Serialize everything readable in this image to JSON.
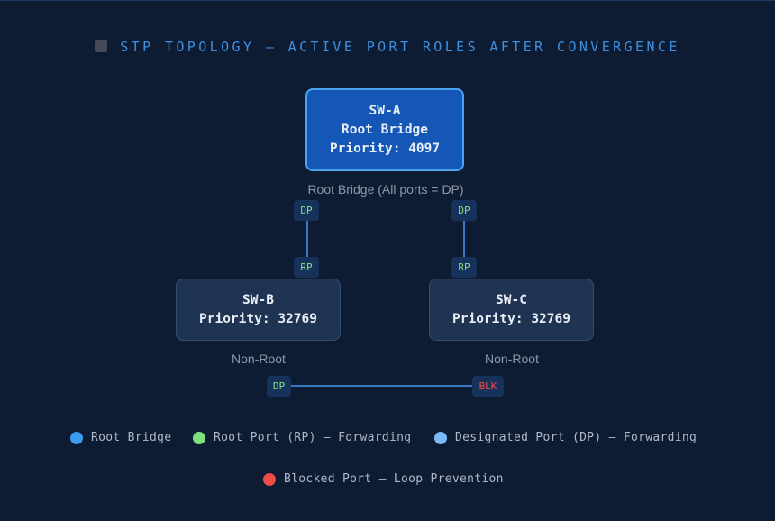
{
  "title": "STP TOPOLOGY — ACTIVE PORT ROLES AFTER CONVERGENCE",
  "title_icon": "square-icon",
  "colors": {
    "background": "#0e1c33",
    "root_bridge": "#3a9ef0",
    "root_port": "#7ee07a",
    "designated_port": "#7ab8f8",
    "blocked_port": "#ef4b47",
    "link": "#3a78c2"
  },
  "nodes": {
    "root": {
      "name": "SW-A",
      "role": "Root Bridge",
      "priority": "Priority: 4097",
      "caption": "Root Bridge (All ports = DP)"
    },
    "b": {
      "name": "SW-B",
      "priority": "Priority: 32769",
      "caption": "Non-Root"
    },
    "c": {
      "name": "SW-C",
      "priority": "Priority: 32769",
      "caption": "Non-Root"
    }
  },
  "ports": {
    "a_left": "DP",
    "a_right": "DP",
    "b_up": "RP",
    "c_up": "RP",
    "b_right": "DP",
    "c_left": "BLK"
  },
  "legend": [
    {
      "label": "Root Bridge"
    },
    {
      "label": "Root Port (RP) — Forwarding"
    },
    {
      "label": "Designated Port (DP) — Forwarding"
    },
    {
      "label": "Blocked Port — Loop Prevention"
    }
  ]
}
